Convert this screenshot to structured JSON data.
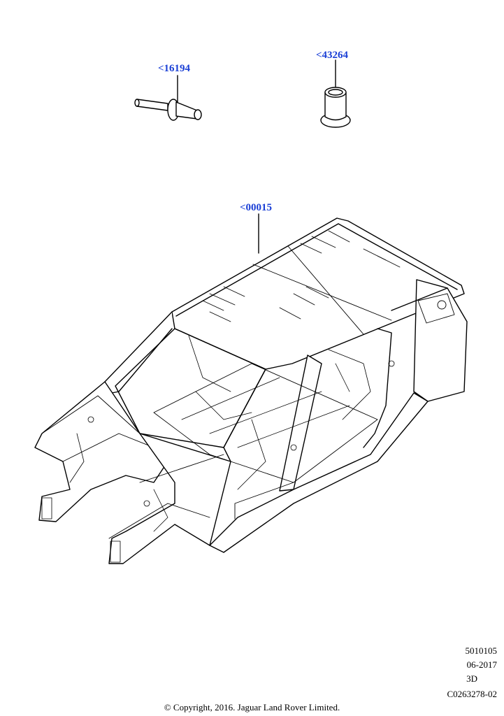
{
  "callouts": [
    {
      "id": "rivet",
      "label": "<16194"
    },
    {
      "id": "nut",
      "label": "<43264"
    },
    {
      "id": "body",
      "label": "<00015"
    }
  ],
  "meta": {
    "code": "5010105",
    "date": "06-2017",
    "view": "3D",
    "ref": "C0263278-02"
  },
  "copyright": "© Copyright, 2016. Jaguar Land Rover Limited.",
  "colors": {
    "callout": "#1a3fd6",
    "line": "#000000"
  }
}
